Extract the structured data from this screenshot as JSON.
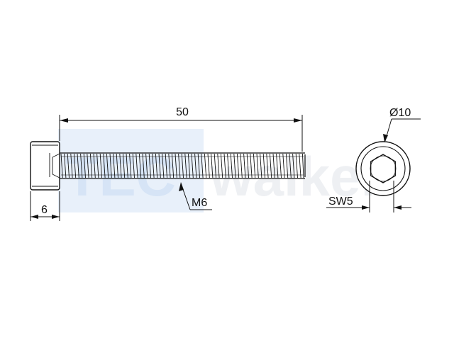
{
  "watermark": {
    "text_left": "TEC",
    "text_right": "walker",
    "color": "#dbe7f7",
    "box_color": "#e8f0fa"
  },
  "side_view": {
    "length_label": "50",
    "head_height_label": "6",
    "thread_label": "M6"
  },
  "end_view": {
    "head_diameter_label": "Ø10",
    "socket_size_label": "SW5"
  },
  "colors": {
    "line": "#111111",
    "thin": "#222222"
  }
}
